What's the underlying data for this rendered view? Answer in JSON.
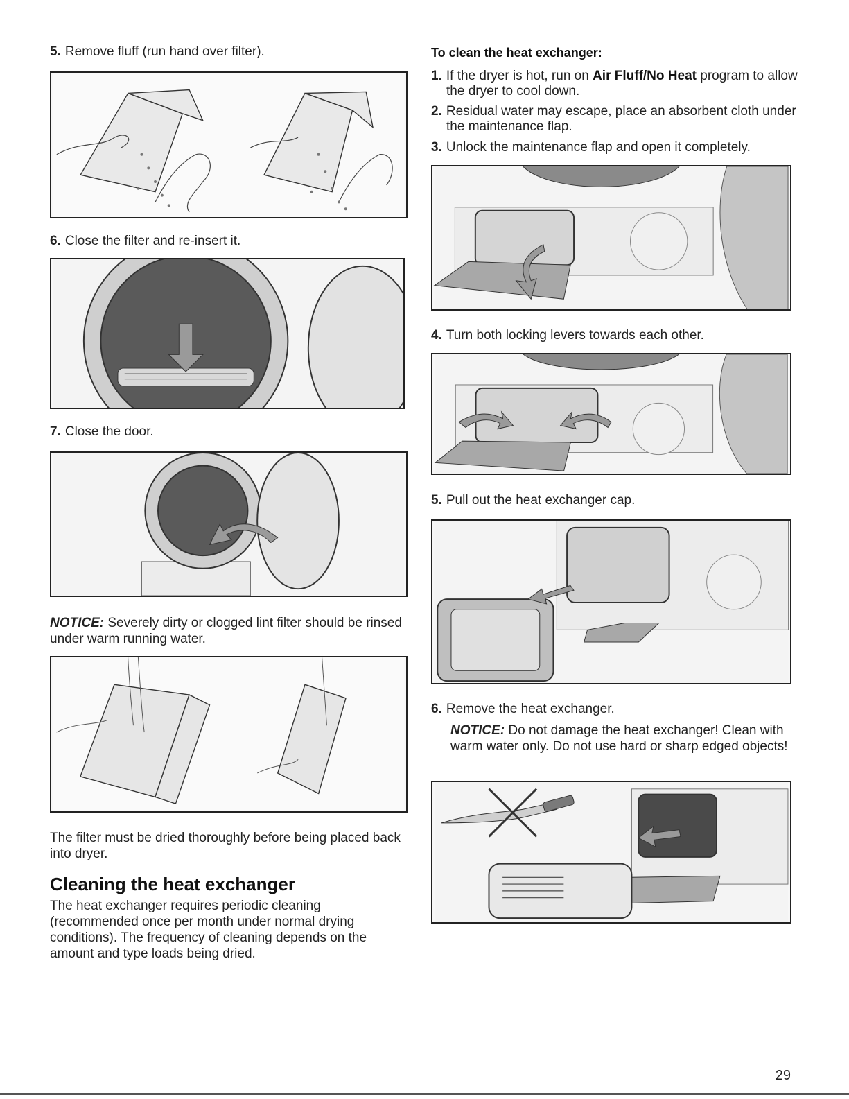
{
  "left": {
    "step5": {
      "num": "5.",
      "text": "Remove fluff (run hand over filter)."
    },
    "step6": {
      "num": "6.",
      "text": "Close the filter and re-insert it."
    },
    "step7": {
      "num": "7.",
      "text": "Close the door."
    },
    "notice": {
      "label": "NOTICE:",
      "text": " Severely dirty or clogged lint filter should be rinsed under warm running water."
    },
    "dry_note": "The filter must be dried thoroughly before being placed back into dryer.",
    "section_title": "Cleaning the heat exchanger",
    "section_body": "The heat exchanger requires periodic cleaning (recommended once per month under normal drying conditions). The frequency of cleaning depends on the amount and type loads being dried."
  },
  "right": {
    "heading": "To clean the heat exchanger:",
    "step1": {
      "num": "1.",
      "pre": "If the dryer is hot, run on ",
      "bold": "Air Fluff/No Heat",
      "post": " program to allow the dryer to cool down."
    },
    "step2": {
      "num": "2.",
      "text": "Residual water may escape, place an absorbent cloth under the maintenance flap."
    },
    "step3": {
      "num": "3.",
      "text": "Unlock the maintenance flap and open it completely."
    },
    "step4": {
      "num": "4.",
      "text": "Turn both locking levers towards each other."
    },
    "step5": {
      "num": "5.",
      "text": "Pull out the heat exchanger cap."
    },
    "step6": {
      "num": "6.",
      "text": "Remove the heat exchanger."
    },
    "notice": {
      "label": "NOTICE:",
      "text": " Do not damage the heat exchanger! Clean with warm water only. Do not use hard or sharp edged objects!"
    }
  },
  "page_number": "29",
  "colors": {
    "frame": "#222222",
    "shade": "#bdbdbd",
    "arrow": "#8a8a8a"
  }
}
